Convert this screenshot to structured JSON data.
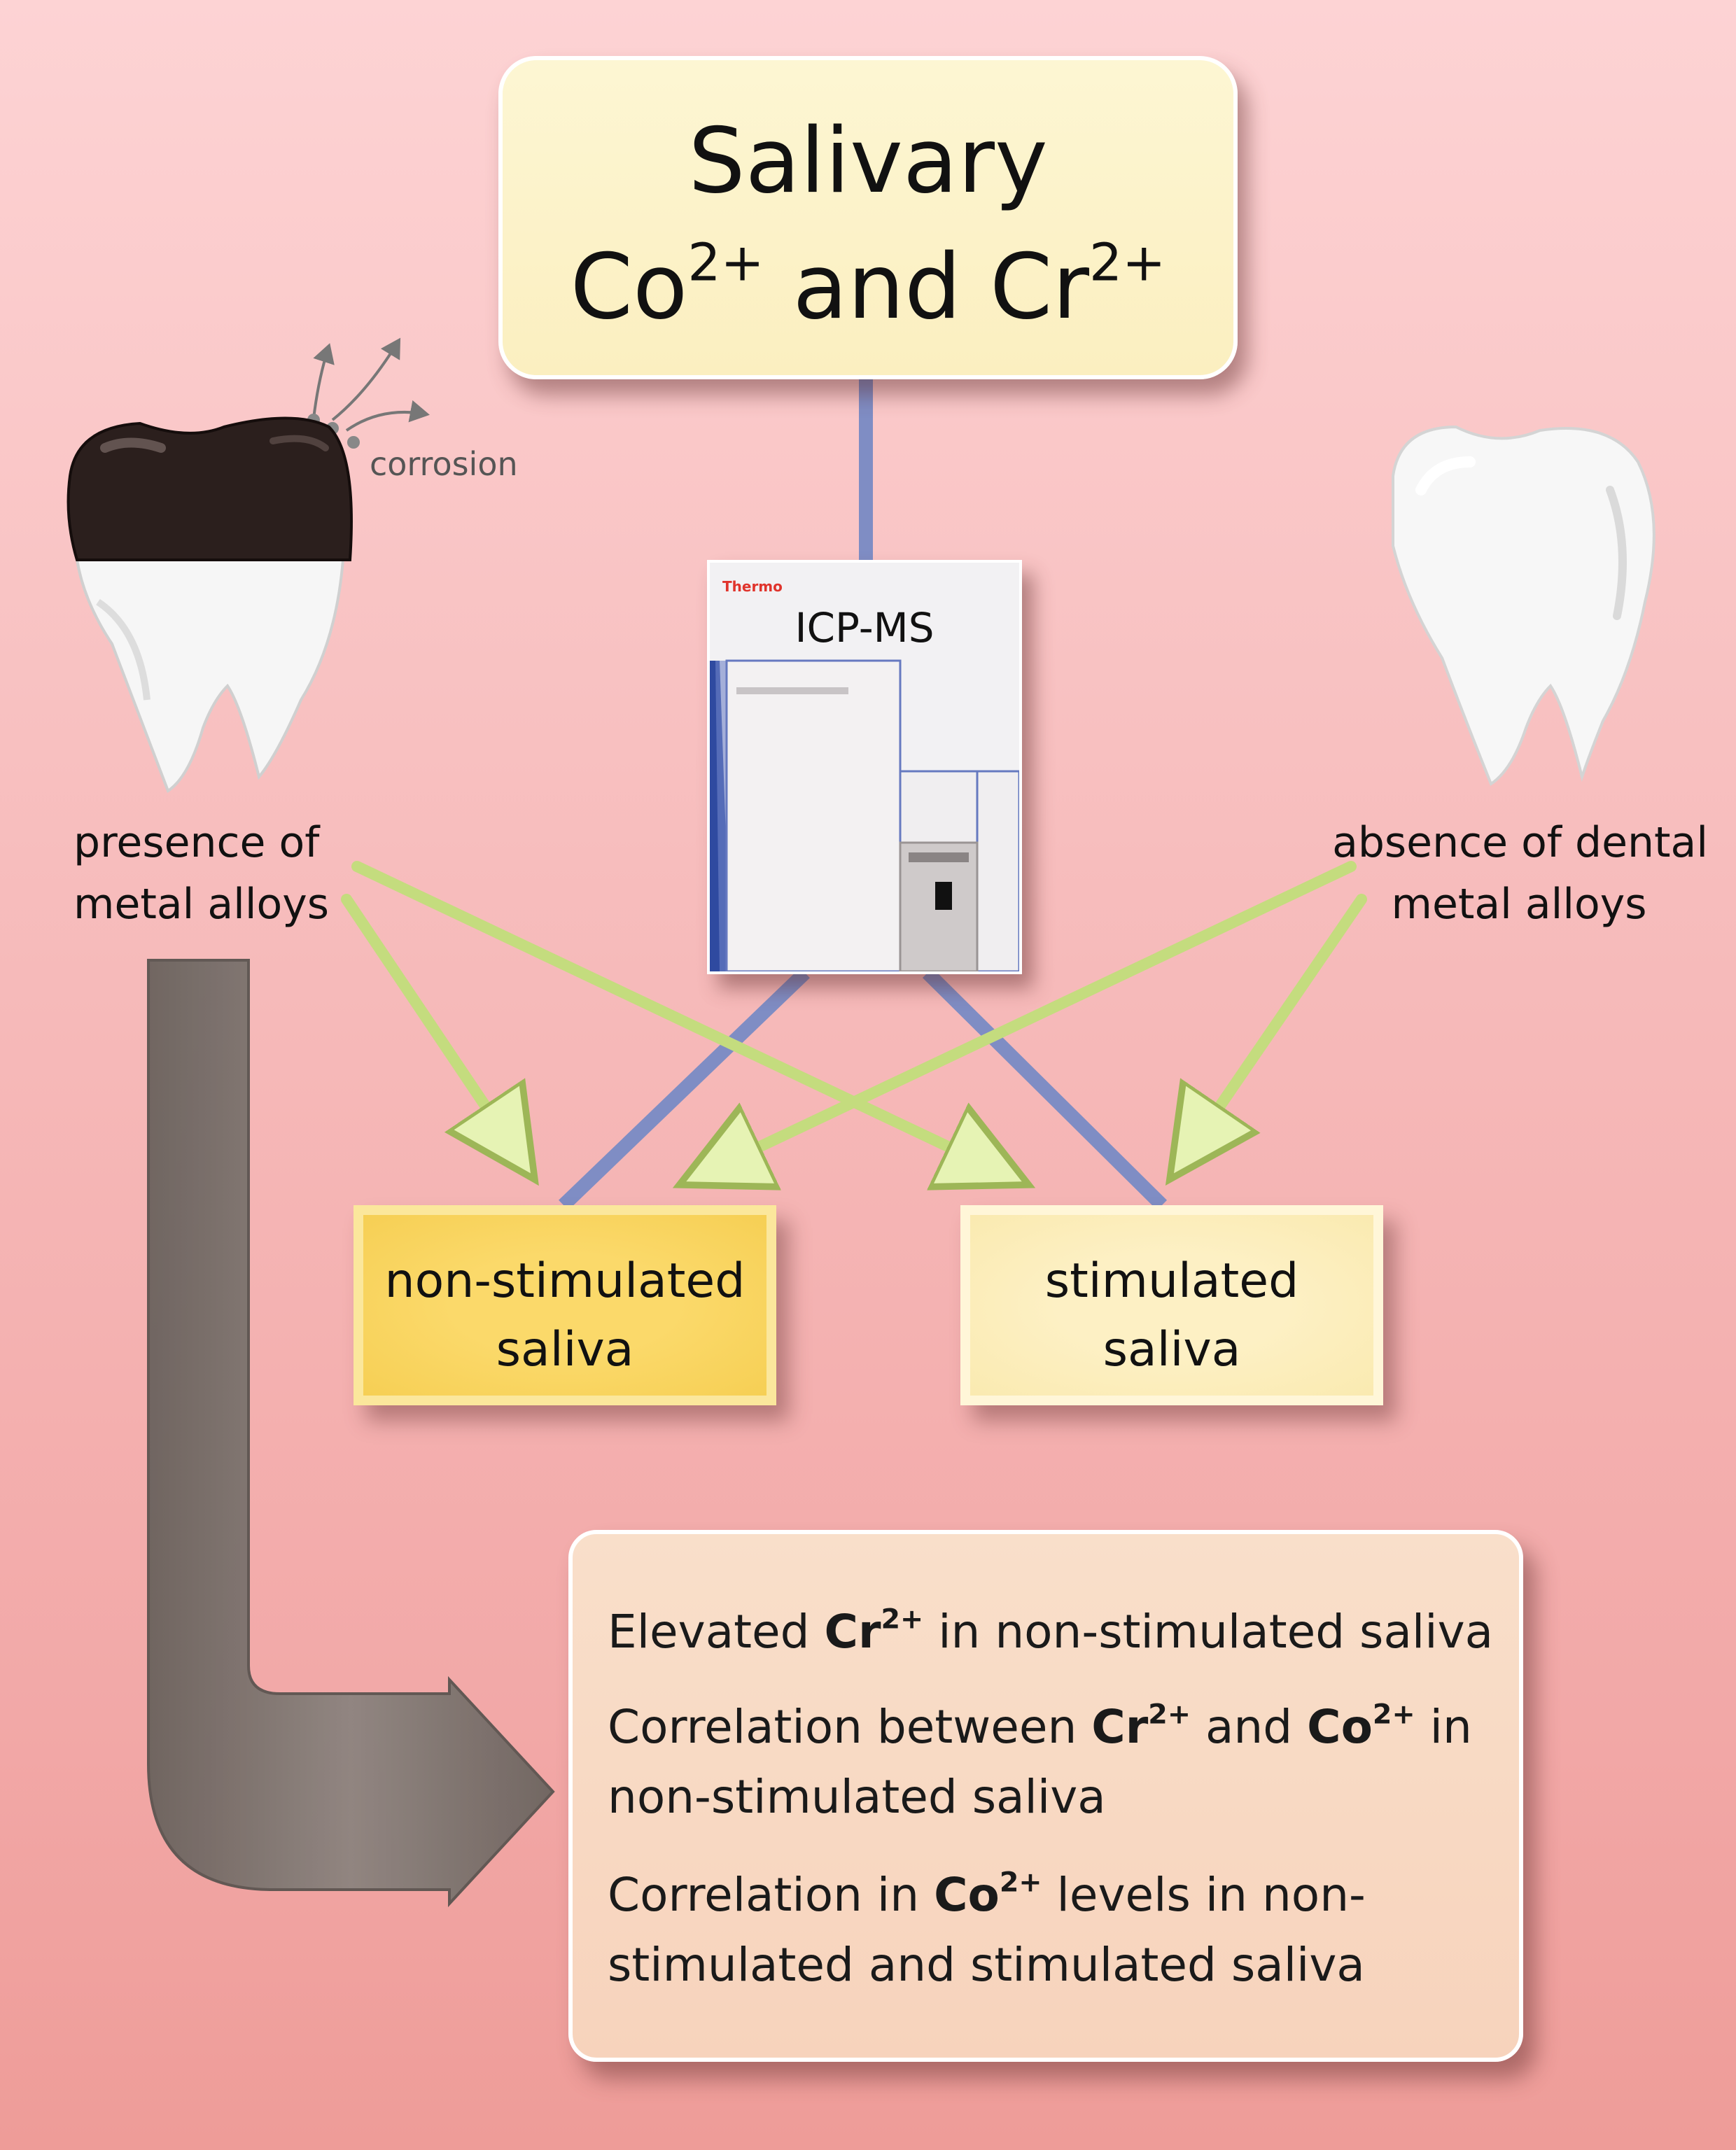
{
  "title": {
    "line1": "Salivary",
    "ion1": "Co",
    "ion1_charge": "2+",
    "conj": "and",
    "ion2": "Cr",
    "ion2_charge": "2+"
  },
  "instrument": {
    "brand": "Thermo",
    "name": "ICP-MS"
  },
  "left_group": {
    "label_line1": "presence of",
    "label_line2": "metal alloys",
    "corrosion_label": "corrosion"
  },
  "right_group": {
    "label_line1": "absence of dental",
    "label_line2": "metal alloys"
  },
  "samples": {
    "nonstim_line1": "non-stimulated",
    "nonstim_line2": "saliva",
    "stim_line1": "stimulated",
    "stim_line2": "saliva"
  },
  "results": {
    "r1_pre": "Elevated ",
    "r1_ion": "Cr",
    "r1_charge": "2+",
    "r1_post": " in non-stimulated saliva",
    "r2_pre": "Correlation between ",
    "r2_ion1": "Cr",
    "r2_charge1": "2+",
    "r2_mid": " and ",
    "r2_ion2": "Co",
    "r2_charge2": "2+",
    "r2_post": " in",
    "r2_line2": "non-stimulated saliva",
    "r3_pre": "Correlation in ",
    "r3_ion": "Co",
    "r3_charge": "2+",
    "r3_post": " levels in non-",
    "r3_line2": "stimulated and stimulated saliva"
  },
  "colors": {
    "connector": "#7f8dc4",
    "arrow_green": "#dff0a8",
    "big_arrow": "#77706b",
    "crown": "#2b1f1d"
  }
}
